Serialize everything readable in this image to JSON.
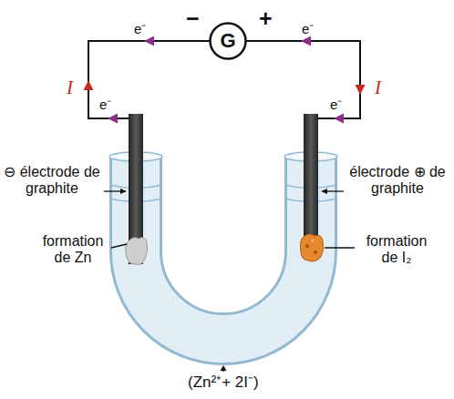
{
  "diagram": {
    "nodes": [
      {
        "text": [
          "G"
        ]
      }
    ],
    "labels": [
      "−",
      "+",
      "e⁻",
      "e⁻",
      "I",
      "I",
      "e⁻",
      "e⁻",
      "⊖ électrode de graphite",
      "électrode ⊕ de graphite",
      "formation de Zn",
      "formation de I₂",
      "(Zn²⁺+ 2I⁻)"
    ]
  }
}
